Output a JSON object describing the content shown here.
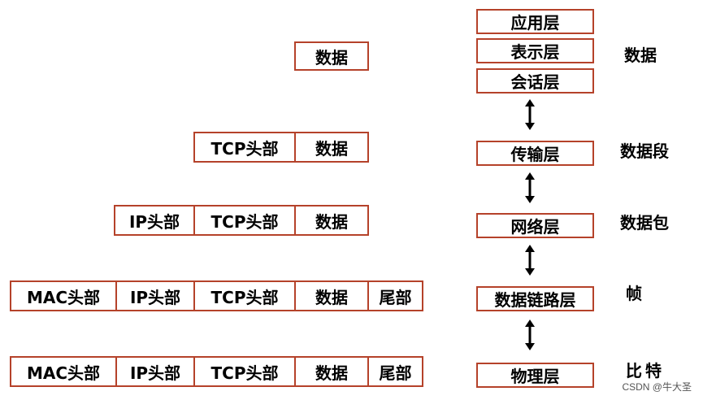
{
  "layers": {
    "application": "应用层",
    "presentation": "表示层",
    "session": "会话层",
    "transport": "传输层",
    "network": "网络层",
    "datalink": "数据链路层",
    "physical": "物理层"
  },
  "pdu": {
    "data": "数据",
    "segment": "数据段",
    "packet": "数据包",
    "frame": "帧",
    "bits": "比特"
  },
  "fields": {
    "mac_header": "MAC头部",
    "ip_header": "IP头部",
    "tcp_header": "TCP头部",
    "data": "数据",
    "trailer": "尾部"
  },
  "colors": {
    "border": "#b5422a"
  },
  "watermark": "CSDN @牛大圣"
}
